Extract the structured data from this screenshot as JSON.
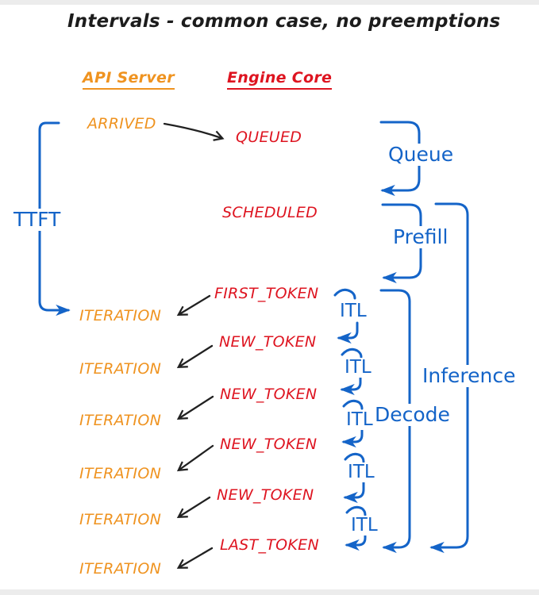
{
  "title": "Intervals - common case, no preemptions",
  "columns": {
    "api_server": "API Server",
    "engine_core": "Engine Core"
  },
  "api_events": {
    "arrived": "ARRIVED",
    "iteration": "ITERATION",
    "iteration_count": 6
  },
  "engine_events": {
    "queued": "QUEUED",
    "scheduled": "SCHEDULED",
    "first_token": "FIRST_TOKEN",
    "new_token": "NEW_TOKEN",
    "new_token_count": 4,
    "last_token": "LAST_TOKEN"
  },
  "intervals": {
    "ttft": "TTFT",
    "queue": "Queue",
    "prefill": "Prefill",
    "decode": "Decode",
    "inference": "Inference",
    "itl": "ITL",
    "itl_count": 5
  },
  "colors": {
    "api_server": "#ef9320",
    "engine_core": "#de1420",
    "interval_blue": "#1464c8",
    "connector_black": "#212121",
    "background": "#ffffff"
  }
}
